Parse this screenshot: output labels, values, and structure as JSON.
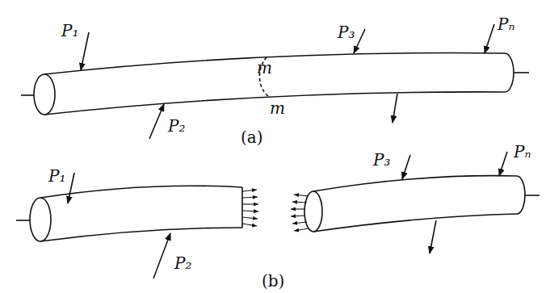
{
  "diagram": {
    "labels": [
      "P₁",
      "m",
      "P₃",
      "Pₙ",
      "m",
      "P₂",
      "(a)",
      "P₁",
      "P₃",
      "Pₙ",
      "P₂",
      "(b)"
    ]
  }
}
